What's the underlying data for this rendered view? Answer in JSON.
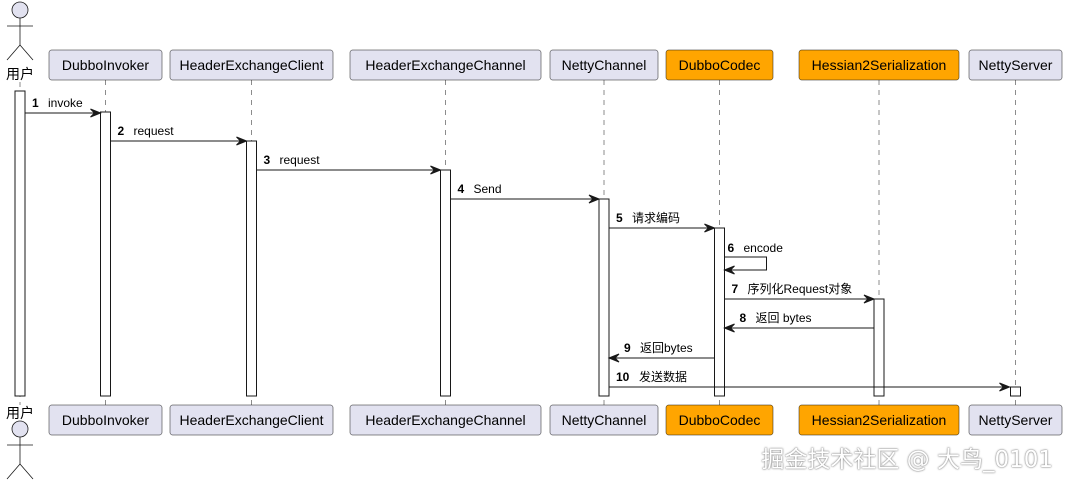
{
  "participants": [
    {
      "id": "user",
      "label": "用户",
      "kind": "actor",
      "highlight": false
    },
    {
      "id": "dubbo_invoker",
      "label": "DubboInvoker",
      "kind": "box",
      "highlight": false
    },
    {
      "id": "header_exchange_client",
      "label": "HeaderExchangeClient",
      "kind": "box",
      "highlight": false
    },
    {
      "id": "header_exchange_channel",
      "label": "HeaderExchangeChannel",
      "kind": "box",
      "highlight": false
    },
    {
      "id": "netty_channel",
      "label": "NettyChannel",
      "kind": "box",
      "highlight": false
    },
    {
      "id": "dubbo_codec",
      "label": "DubboCodec",
      "kind": "box",
      "highlight": true
    },
    {
      "id": "hessian2_serialization",
      "label": "Hessian2Serialization",
      "kind": "box",
      "highlight": true
    },
    {
      "id": "netty_server",
      "label": "NettyServer",
      "kind": "box",
      "highlight": false
    }
  ],
  "messages": [
    {
      "num": "1",
      "label": "invoke",
      "from": "user",
      "to": "dubbo_invoker"
    },
    {
      "num": "2",
      "label": "request",
      "from": "dubbo_invoker",
      "to": "header_exchange_client"
    },
    {
      "num": "3",
      "label": "request",
      "from": "header_exchange_client",
      "to": "header_exchange_channel"
    },
    {
      "num": "4",
      "label": "Send",
      "from": "header_exchange_channel",
      "to": "netty_channel"
    },
    {
      "num": "5",
      "label": "请求编码",
      "from": "netty_channel",
      "to": "dubbo_codec"
    },
    {
      "num": "6",
      "label": "encode",
      "from": "dubbo_codec",
      "to": "dubbo_codec"
    },
    {
      "num": "7",
      "label": "序列化Request对象",
      "from": "dubbo_codec",
      "to": "hessian2_serialization"
    },
    {
      "num": "8",
      "label": "返回 bytes",
      "from": "hessian2_serialization",
      "to": "dubbo_codec"
    },
    {
      "num": "9",
      "label": "返回bytes",
      "from": "dubbo_codec",
      "to": "netty_channel"
    },
    {
      "num": "10",
      "label": "发送数据",
      "from": "netty_channel",
      "to": "netty_server"
    }
  ],
  "colors": {
    "box": "#e2e2f0",
    "highlight": "#ffa500",
    "line": "#181818"
  },
  "watermark": "掘金技术社区 @ 大鸟_0101"
}
